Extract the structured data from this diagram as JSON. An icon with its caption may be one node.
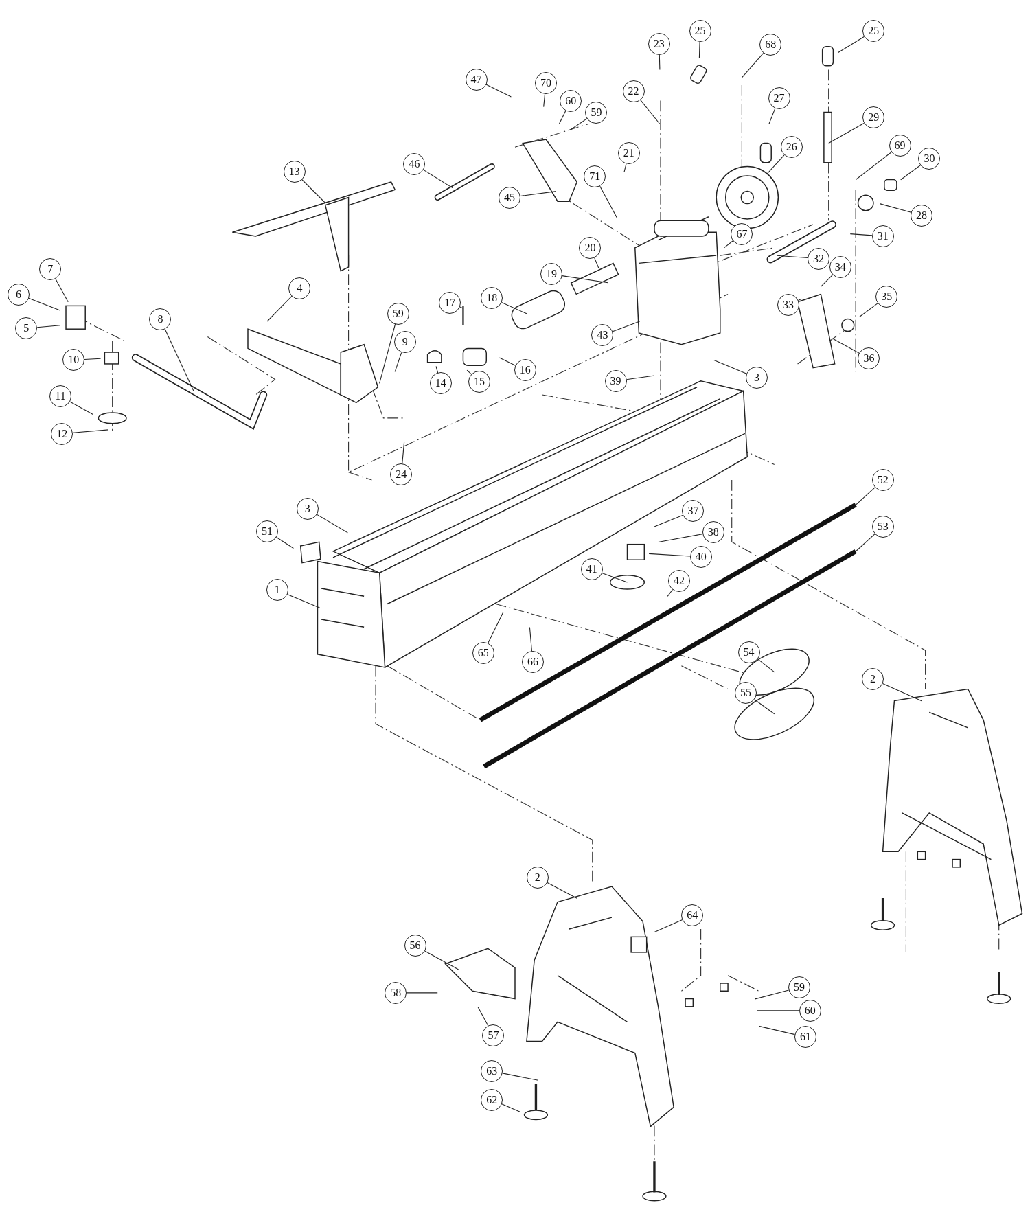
{
  "diagram": {
    "nodes": [
      {
        "text": [
          "47"
        ]
      },
      {
        "text": [
          "70"
        ]
      },
      {
        "text": [
          "60"
        ]
      },
      {
        "text": [
          "59"
        ]
      },
      {
        "text": [
          "46"
        ]
      },
      {
        "text": [
          "45"
        ]
      },
      {
        "text": [
          "23"
        ]
      },
      {
        "text": [
          "22"
        ]
      },
      {
        "text": [
          "25"
        ]
      },
      {
        "text": [
          "68"
        ]
      },
      {
        "text": [
          "27"
        ]
      },
      {
        "text": [
          "26"
        ]
      },
      {
        "text": [
          "25"
        ]
      },
      {
        "text": [
          "29"
        ]
      },
      {
        "text": [
          "69"
        ]
      },
      {
        "text": [
          "30"
        ]
      },
      {
        "text": [
          "28"
        ]
      },
      {
        "text": [
          "31"
        ]
      },
      {
        "text": [
          "21"
        ]
      },
      {
        "text": [
          "71"
        ]
      },
      {
        "text": [
          "67"
        ]
      },
      {
        "text": [
          "32"
        ]
      },
      {
        "text": [
          "20"
        ]
      },
      {
        "text": [
          "19"
        ]
      },
      {
        "text": [
          "34"
        ]
      },
      {
        "text": [
          "33"
        ]
      },
      {
        "text": [
          "35"
        ]
      },
      {
        "text": [
          "36"
        ]
      },
      {
        "text": [
          "13"
        ]
      },
      {
        "text": [
          "43"
        ]
      },
      {
        "text": [
          "17"
        ]
      },
      {
        "text": [
          "18"
        ]
      },
      {
        "text": [
          "16"
        ]
      },
      {
        "text": [
          "15"
        ]
      },
      {
        "text": [
          "14"
        ]
      },
      {
        "text": [
          "39"
        ]
      },
      {
        "text": [
          "3"
        ]
      },
      {
        "text": [
          "7"
        ]
      },
      {
        "text": [
          "6"
        ]
      },
      {
        "text": [
          "5"
        ]
      },
      {
        "text": [
          "4"
        ]
      },
      {
        "text": [
          "59"
        ]
      },
      {
        "text": [
          "9"
        ]
      },
      {
        "text": [
          "8"
        ]
      },
      {
        "text": [
          "10"
        ]
      },
      {
        "text": [
          "11"
        ]
      },
      {
        "text": [
          "12"
        ]
      },
      {
        "text": [
          "24"
        ]
      },
      {
        "text": [
          "3"
        ]
      },
      {
        "text": [
          "51"
        ]
      },
      {
        "text": [
          "1"
        ]
      },
      {
        "text": [
          "37"
        ]
      },
      {
        "text": [
          "38"
        ]
      },
      {
        "text": [
          "40"
        ]
      },
      {
        "text": [
          "41"
        ]
      },
      {
        "text": [
          "42"
        ]
      },
      {
        "text": [
          "65"
        ]
      },
      {
        "text": [
          "66"
        ]
      },
      {
        "text": [
          "52"
        ]
      },
      {
        "text": [
          "53"
        ]
      },
      {
        "text": [
          "54"
        ]
      },
      {
        "text": [
          "55"
        ]
      },
      {
        "text": [
          "2"
        ]
      },
      {
        "text": [
          "2"
        ]
      },
      {
        "text": [
          "64"
        ]
      },
      {
        "text": [
          "56"
        ]
      },
      {
        "text": [
          "58"
        ]
      },
      {
        "text": [
          "57"
        ]
      },
      {
        "text": [
          "59"
        ]
      },
      {
        "text": [
          "60"
        ]
      },
      {
        "text": [
          "61"
        ]
      },
      {
        "text": [
          "63"
        ]
      },
      {
        "text": [
          "62"
        ]
      }
    ],
    "edges": [
      {
        "from": 0,
        "to": null,
        "arrow": "none"
      },
      {
        "from": 1,
        "to": null,
        "arrow": "none"
      },
      {
        "from": 2,
        "to": null,
        "arrow": "none"
      },
      {
        "from": 3,
        "to": null,
        "arrow": "none"
      },
      {
        "from": 4,
        "to": null,
        "arrow": "none"
      },
      {
        "from": 5,
        "to": null,
        "arrow": "none"
      },
      {
        "from": 6,
        "to": null,
        "arrow": "none"
      },
      {
        "from": 7,
        "to": null,
        "arrow": "none"
      },
      {
        "from": 8,
        "to": null,
        "arrow": "none"
      },
      {
        "from": 9,
        "to": null,
        "arrow": "none"
      },
      {
        "from": 10,
        "to": null,
        "arrow": "none"
      },
      {
        "from": 11,
        "to": null,
        "arrow": "none"
      },
      {
        "from": 12,
        "to": null,
        "arrow": "none"
      },
      {
        "from": 13,
        "to": null,
        "arrow": "none"
      },
      {
        "from": 14,
        "to": null,
        "arrow": "none"
      },
      {
        "from": 15,
        "to": null,
        "arrow": "none"
      },
      {
        "from": 16,
        "to": null,
        "arrow": "none"
      },
      {
        "from": 17,
        "to": null,
        "arrow": "none"
      },
      {
        "from": 18,
        "to": null,
        "arrow": "none"
      },
      {
        "from": 19,
        "to": null,
        "arrow": "none"
      },
      {
        "from": 20,
        "to": null,
        "arrow": "none"
      },
      {
        "from": 21,
        "to": null,
        "arrow": "none"
      },
      {
        "from": 22,
        "to": null,
        "arrow": "none"
      },
      {
        "from": 23,
        "to": null,
        "arrow": "none"
      },
      {
        "from": 24,
        "to": null,
        "arrow": "none"
      },
      {
        "from": 25,
        "to": null,
        "arrow": "none"
      },
      {
        "from": 26,
        "to": null,
        "arrow": "none"
      },
      {
        "from": 27,
        "to": null,
        "arrow": "none"
      },
      {
        "from": 28,
        "to": null,
        "arrow": "none"
      },
      {
        "from": 29,
        "to": null,
        "arrow": "none"
      },
      {
        "from": 30,
        "to": null,
        "arrow": "none"
      },
      {
        "from": 31,
        "to": null,
        "arrow": "none"
      },
      {
        "from": 32,
        "to": null,
        "arrow": "none"
      },
      {
        "from": 33,
        "to": null,
        "arrow": "none"
      },
      {
        "from": 34,
        "to": null,
        "arrow": "none"
      },
      {
        "from": 35,
        "to": null,
        "arrow": "none"
      },
      {
        "from": 36,
        "to": null,
        "arrow": "none"
      },
      {
        "from": 37,
        "to": null,
        "arrow": "none"
      },
      {
        "from": 38,
        "to": null,
        "arrow": "none"
      },
      {
        "from": 39,
        "to": null,
        "arrow": "none"
      },
      {
        "from": 40,
        "to": null,
        "arrow": "none"
      },
      {
        "from": 41,
        "to": null,
        "arrow": "none"
      },
      {
        "from": 42,
        "to": null,
        "arrow": "none"
      },
      {
        "from": 43,
        "to": null,
        "arrow": "none"
      },
      {
        "from": 44,
        "to": null,
        "arrow": "none"
      },
      {
        "from": 45,
        "to": null,
        "arrow": "none"
      },
      {
        "from": 46,
        "to": null,
        "arrow": "none"
      },
      {
        "from": 47,
        "to": null,
        "arrow": "none"
      },
      {
        "from": 48,
        "to": null,
        "arrow": "none"
      },
      {
        "from": 49,
        "to": null,
        "arrow": "none"
      },
      {
        "from": 50,
        "to": null,
        "arrow": "none"
      },
      {
        "from": 51,
        "to": null,
        "arrow": "none"
      },
      {
        "from": 52,
        "to": null,
        "arrow": "none"
      },
      {
        "from": 53,
        "to": null,
        "arrow": "none"
      },
      {
        "from": 54,
        "to": null,
        "arrow": "none"
      },
      {
        "from": 55,
        "to": null,
        "arrow": "none"
      },
      {
        "from": 56,
        "to": null,
        "arrow": "none"
      },
      {
        "from": 57,
        "to": null,
        "arrow": "none"
      },
      {
        "from": 58,
        "to": null,
        "arrow": "none"
      },
      {
        "from": 59,
        "to": null,
        "arrow": "none"
      },
      {
        "from": 60,
        "to": null,
        "arrow": "none"
      },
      {
        "from": 61,
        "to": null,
        "arrow": "none"
      },
      {
        "from": 62,
        "to": null,
        "arrow": "none"
      },
      {
        "from": 63,
        "to": null,
        "arrow": "none"
      },
      {
        "from": 64,
        "to": null,
        "arrow": "none"
      },
      {
        "from": 65,
        "to": null,
        "arrow": "none"
      },
      {
        "from": 66,
        "to": null,
        "arrow": "none"
      },
      {
        "from": 67,
        "to": null,
        "arrow": "none"
      },
      {
        "from": 68,
        "to": null,
        "arrow": "none"
      },
      {
        "from": 69,
        "to": null,
        "arrow": "none"
      },
      {
        "from": 70,
        "to": null,
        "arrow": "none"
      },
      {
        "from": 71,
        "to": null,
        "arrow": "none"
      },
      {
        "from": 72,
        "to": null,
        "arrow": "none"
      }
    ]
  }
}
